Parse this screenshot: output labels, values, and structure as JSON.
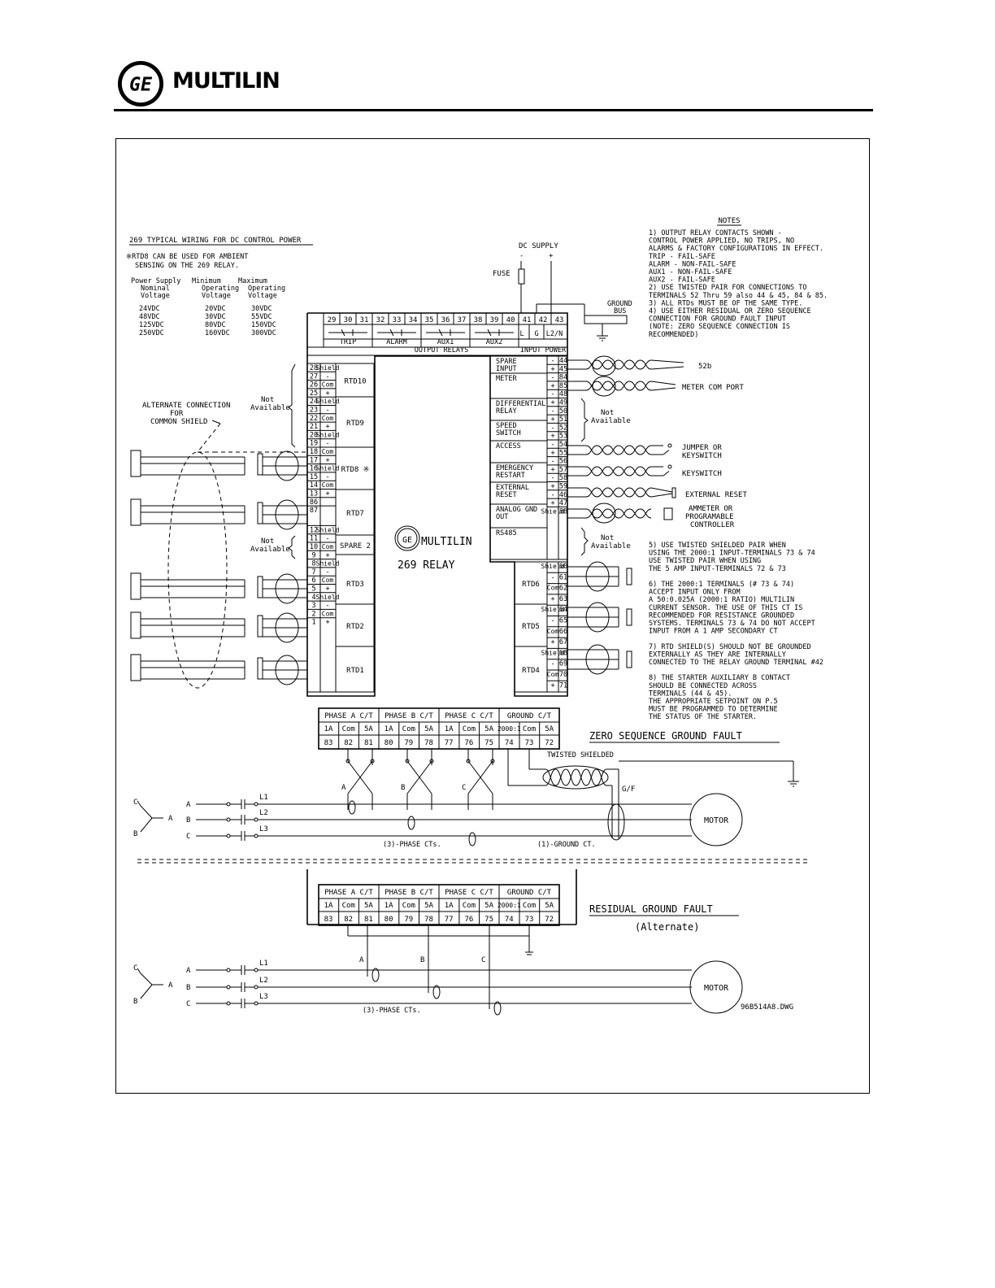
{
  "header": {
    "brand": "MULTILIN"
  },
  "diagram": {
    "title": "269 TYPICAL WIRING FOR DC CONTROL POWER",
    "rtd8_note": [
      "※RTD8 CAN BE USED FOR AMBIENT",
      "SENSING ON THE 269 RELAY."
    ],
    "supply_table": {
      "headers": [
        [
          "Power Supply",
          "Nominal",
          "Voltage"
        ],
        [
          "Minimum",
          "Operating",
          "Voltage"
        ],
        [
          "Maximum",
          "Operating",
          "Voltage"
        ]
      ],
      "rows": [
        [
          "24VDC",
          "20VDC",
          "30VDC"
        ],
        [
          "48VDC",
          "30VDC",
          "55VDC"
        ],
        [
          "125VDC",
          "80VDC",
          "150VDC"
        ],
        [
          "250VDC",
          "160VDC",
          "300VDC"
        ]
      ]
    },
    "dc_supply": "DC SUPPLY",
    "fuse": "FUSE",
    "ground_bus": [
      "GROUND",
      "BUS"
    ],
    "top_terminals": [
      "29",
      "30",
      "31",
      "32",
      "33",
      "34",
      "35",
      "36",
      "37",
      "38",
      "39",
      "40",
      "41",
      "42",
      "43"
    ],
    "relay_labels": [
      "TRIP",
      "ALARM",
      "AUX1",
      "AUX2"
    ],
    "power_labels": [
      "L",
      "G",
      "L2/N"
    ],
    "output_relays": "OUTPUT RELAYS",
    "input_power": "INPUT POWER",
    "left_terminals": [
      {
        "n": "28",
        "s": "Shield"
      },
      {
        "n": "27",
        "s": "-"
      },
      {
        "n": "26",
        "s": "Com"
      },
      {
        "n": "25",
        "s": "+"
      },
      {
        "n": "24",
        "s": "Shield"
      },
      {
        "n": "23",
        "s": "-"
      },
      {
        "n": "22",
        "s": "Com"
      },
      {
        "n": "21",
        "s": "+"
      },
      {
        "n": "20",
        "s": "Shield"
      },
      {
        "n": "19",
        "s": "-"
      },
      {
        "n": "18",
        "s": "Com"
      },
      {
        "n": "17",
        "s": "+"
      },
      {
        "n": "16",
        "s": "Shield"
      },
      {
        "n": "15",
        "s": "-"
      },
      {
        "n": "14",
        "s": "Com"
      },
      {
        "n": "13",
        "s": "+"
      },
      {
        "n": "86",
        "s": ""
      },
      {
        "n": "87",
        "s": ""
      },
      {
        "n": "12",
        "s": "Shield"
      },
      {
        "n": "11",
        "s": "-"
      },
      {
        "n": "10",
        "s": "Com"
      },
      {
        "n": "9",
        "s": "+"
      },
      {
        "n": "8",
        "s": "Shield"
      },
      {
        "n": "7",
        "s": "-"
      },
      {
        "n": "6",
        "s": "Com"
      },
      {
        "n": "5",
        "s": "+"
      },
      {
        "n": "4",
        "s": "Shield"
      },
      {
        "n": "3",
        "s": "-"
      },
      {
        "n": "2",
        "s": "Com"
      },
      {
        "n": "1",
        "s": "+"
      }
    ],
    "left_blocks": [
      "RTD10",
      "RTD9",
      "RTD8 ※",
      "RTD7",
      "SPARE 2",
      "RTD3",
      "RTD2",
      "RTD1"
    ],
    "right_terminals": [
      {
        "n": "44",
        "s": "-"
      },
      {
        "n": "45",
        "s": "+"
      },
      {
        "n": "84",
        "s": "-"
      },
      {
        "n": "85",
        "s": "+"
      },
      {
        "n": "48",
        "s": "-"
      },
      {
        "n": "49",
        "s": "+"
      },
      {
        "n": "50",
        "s": "-"
      },
      {
        "n": "51",
        "s": "+"
      },
      {
        "n": "52",
        "s": "-"
      },
      {
        "n": "53",
        "s": "+"
      },
      {
        "n": "54",
        "s": "-"
      },
      {
        "n": "55",
        "s": "+"
      },
      {
        "n": "56",
        "s": "-"
      },
      {
        "n": "57",
        "s": "+"
      },
      {
        "n": "58",
        "s": "-"
      },
      {
        "n": "59",
        "s": "+"
      },
      {
        "n": "46",
        "s": "-"
      },
      {
        "n": "47",
        "s": "+"
      },
      {
        "n": "88",
        "s": "Shield"
      },
      {
        "n": "60",
        "s": "Shield"
      },
      {
        "n": "61",
        "s": "-"
      },
      {
        "n": "62",
        "s": "Com"
      },
      {
        "n": "63",
        "s": "+"
      },
      {
        "n": "64",
        "s": "Shield"
      },
      {
        "n": "65",
        "s": "-"
      },
      {
        "n": "66",
        "s": "Com"
      },
      {
        "n": "67",
        "s": "+"
      },
      {
        "n": "68",
        "s": "Shield"
      },
      {
        "n": "69",
        "s": "-"
      },
      {
        "n": "70",
        "s": "Com"
      },
      {
        "n": "71",
        "s": "+"
      }
    ],
    "right_blocks": [
      [
        "SPARE",
        "INPUT"
      ],
      [
        "METER"
      ],
      [
        "DIFFERENTIAL",
        "RELAY"
      ],
      [
        "SPEED",
        "SWITCH"
      ],
      [
        "ACCESS"
      ],
      [
        "EMERGENCY",
        "RESTART"
      ],
      [
        "EXTERNAL",
        "RESET"
      ],
      [
        "ANALOG GND",
        "OUT"
      ],
      [
        "RS485"
      ],
      [
        "RTD6"
      ],
      [
        "RTD5"
      ],
      [
        "RTD4"
      ]
    ],
    "relay_logo": "MULTILIN",
    "relay_name": "269 RELAY",
    "right_side_labels": [
      "52b",
      "METER COM PORT",
      "Not",
      "Available",
      "JUMPER OR",
      "KEYSWITCH",
      "KEYSWITCH",
      "EXTERNAL RESET",
      "AMMETER OR",
      "PROGRAMABLE",
      "CONTROLLER"
    ],
    "not_available": [
      "Not",
      "Available"
    ],
    "alternate_connection": [
      "ALTERNATE CONNECTION",
      "FOR",
      "COMMON SHIELD"
    ],
    "ct_groups": [
      "PHASE A C/T",
      "PHASE B C/T",
      "PHASE C C/T",
      "GROUND C/T"
    ],
    "ct_sub": [
      "1A",
      "Com",
      "5A",
      "1A",
      "Com",
      "5A",
      "1A",
      "Com",
      "5A",
      "2000:1",
      "Com",
      "5A"
    ],
    "ct_numbers": [
      "83",
      "82",
      "81",
      "80",
      "79",
      "78",
      "77",
      "76",
      "75",
      "74",
      "73",
      "72"
    ],
    "zero_sequence_title": "ZERO SEQUENCE GROUND FAULT",
    "twisted_shielded": "TWISTED SHIELDED",
    "gf": "G/F",
    "line_labels": [
      "L1",
      "L2",
      "L3"
    ],
    "phase_labels": [
      "A",
      "B",
      "C"
    ],
    "motor": "MOTOR",
    "three_phase_cts": "(3)-PHASE CTs.",
    "ground_ct": "(1)-GROUND CT.",
    "residual_title": "RESIDUAL GROUND FAULT",
    "residual_sub": "(Alternate)",
    "drawing_id": "96B514A8.DWG",
    "notes_title": "NOTES",
    "notes": [
      "1)  OUTPUT RELAY CONTACTS SHOWN -",
      "    CONTROL POWER APPLIED, NO TRIPS, NO",
      "    ALARMS & FACTORY CONFIGURATIONS IN EFFECT.",
      "           TRIP - FAIL-SAFE",
      "         ALARM - NON-FAIL-SAFE",
      "          AUX1 - NON-FAIL-SAFE",
      "          AUX2 - FAIL-SAFE",
      "2)  USE TWISTED PAIR FOR CONNECTIONS TO",
      "    TERMINALS 52 Thru 59 also 44 & 45, 84 & 85.",
      "3)  ALL RTDs MUST BE OF THE SAME TYPE.",
      "4)  USE EITHER RESIDUAL OR ZERO SEQUENCE",
      "    CONNECTION FOR GROUND FAULT INPUT",
      "    (NOTE: ZERO SEQUENCE CONNECTION IS",
      "    RECOMMENDED)",
      "",
      "",
      "",
      "",
      "",
      "",
      "",
      "",
      "",
      "",
      "",
      "",
      "",
      "5)  USE TWISTED SHIELDED PAIR WHEN",
      "    USING THE 2000:1 INPUT-TERMINALS 73 & 74",
      "    USE TWISTED PAIR WHEN USING",
      "    THE 5 AMP INPUT-TERMINALS 72 & 73",
      "",
      "6)  THE 2000:1 TERMINALS (# 73 & 74)",
      "    ACCEPT INPUT ONLY FROM",
      "    A 50:0.025A (2000:1 RATIO) MULTILIN",
      "    CURRENT SENSOR. THE USE OF THIS CT IS",
      "    RECOMMENDED FOR RESISTANCE GROUNDED",
      "    SYSTEMS. TERMINALS 73 & 74 DO NOT ACCEPT",
      "    INPUT FROM A 1 AMP SECONDARY CT",
      "",
      "7)  RTD SHIELD(S) SHOULD NOT BE GROUNDED",
      "    EXTERNALLY AS THEY ARE INTERNALLY",
      "    CONNECTED TO THE RELAY GROUND TERMINAL #42",
      "",
      "8)  THE STARTER AUXILIARY B CONTACT",
      "    SHOULD BE CONNECTED ACROSS",
      "    TERMINALS (44 & 45).",
      "    THE APPROPRIATE SETPOINT ON P.5",
      "    MUST BE PROGRAMMED TO DETERMINE",
      "    THE STATUS OF THE STARTER."
    ]
  }
}
